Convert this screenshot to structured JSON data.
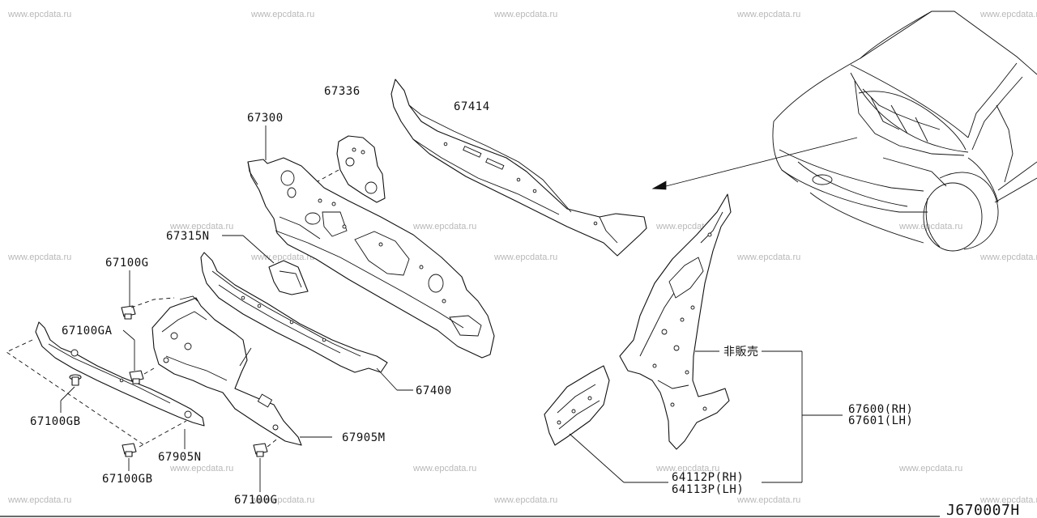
{
  "watermark_text": "www.epcdata.ru",
  "diagram_code": "J670007H",
  "labels": {
    "p67336": "67336",
    "p67414": "67414",
    "p67300": "67300",
    "p67315n": "67315N",
    "p67100g_top": "67100G",
    "p67100ga": "67100GA",
    "p67100gb_left": "67100GB",
    "p67905n": "67905N",
    "p67100gb_bottom": "67100GB",
    "p67400": "67400",
    "p67905m": "67905M",
    "p67100g_bottom": "67100G",
    "not_for_sale": "非販売",
    "p67600": "67600(RH)",
    "p67601": "67601(LH)",
    "p64112p": "64112P(RH)",
    "p64113p": "64113P(LH)"
  }
}
